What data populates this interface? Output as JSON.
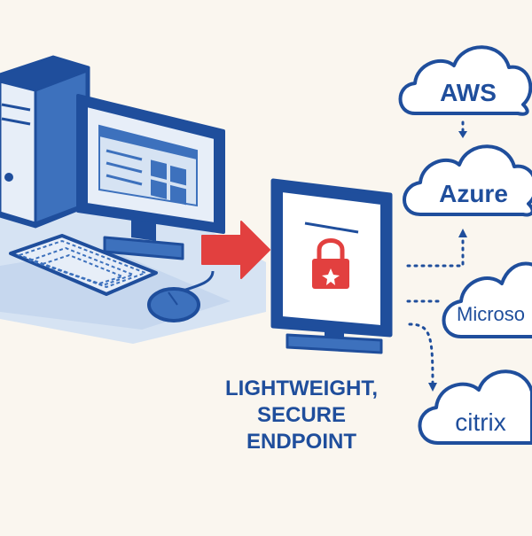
{
  "colors": {
    "background": "#faf6ef",
    "stroke": "#1f4e9c",
    "fill_blue": "#3d71bd",
    "fill_light": "#d6e3f3",
    "fill_pale": "#e7eef8",
    "accent_red": "#e2403f",
    "white": "#ffffff"
  },
  "clouds": [
    {
      "label": "AWS"
    },
    {
      "label": "Azure"
    },
    {
      "label": "Microso"
    },
    {
      "label": "citrix"
    }
  ],
  "endpoint_caption": {
    "line1": "LIGHTWEIGHT,",
    "line2": "SECURE",
    "line3": "ENDPOINT"
  },
  "icons": {
    "legacy_tower": "desktop-tower-icon",
    "legacy_monitor": "monitor-icon",
    "keyboard": "keyboard-icon",
    "mouse": "mouse-icon",
    "arrow": "arrow-right-icon",
    "endpoint_monitor": "thin-client-monitor-icon",
    "lock": "padlock-icon"
  }
}
